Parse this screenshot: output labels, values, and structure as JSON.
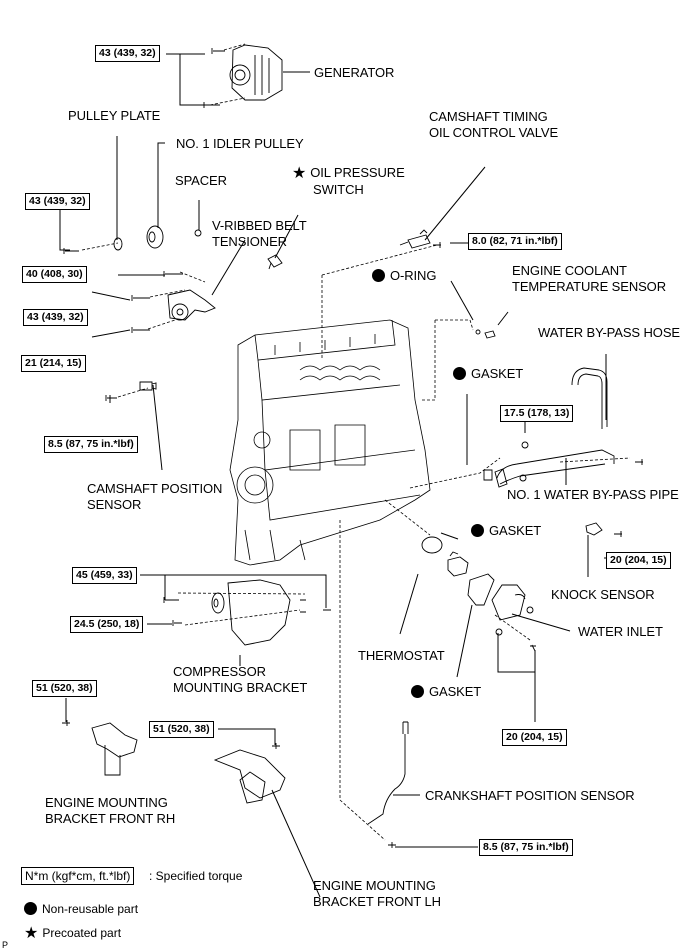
{
  "diagram": {
    "parts": {
      "generator": "GENERATOR",
      "pulley_plate": "PULLEY PLATE",
      "idler_pulley": "NO. 1 IDLER PULLEY",
      "spacer": "SPACER",
      "belt_tensioner_1": "V-RIBBED BELT",
      "belt_tensioner_2": "TENSIONER",
      "oil_pressure_switch_1": "OIL PRESSURE",
      "oil_pressure_switch_2": "SWITCH",
      "camshaft_timing_1": "CAMSHAFT TIMING",
      "camshaft_timing_2": "OIL CONTROL VALVE",
      "o_ring": "O-RING",
      "coolant_sensor_1": "ENGINE COOLANT",
      "coolant_sensor_2": "TEMPERATURE SENSOR",
      "bypass_hose": "WATER BY-PASS HOSE",
      "gasket_pipe": "GASKET",
      "camshaft_position_1": "CAMSHAFT POSITION",
      "camshaft_position_2": "SENSOR",
      "bypass_pipe": "NO. 1 WATER BY-PASS PIPE",
      "gasket_thermostat": "GASKET",
      "knock_sensor": "KNOCK SENSOR",
      "water_inlet": "WATER INLET",
      "thermostat": "THERMOSTAT",
      "gasket_inlet": "GASKET",
      "compressor_bracket_1": "COMPRESSOR",
      "compressor_bracket_2": "MOUNTING BRACKET",
      "mount_rh_1": "ENGINE MOUNTING",
      "mount_rh_2": "BRACKET FRONT RH",
      "crankshaft_sensor": "CRANKSHAFT POSITION SENSOR",
      "mount_lh_1": "ENGINE MOUNTING",
      "mount_lh_2": "BRACKET FRONT LH"
    },
    "torques": {
      "generator": "43 (439, 32)",
      "pulley": "43 (439, 32)",
      "tensioner_top": "40 (408, 30)",
      "tensioner_mid": "43 (439, 32)",
      "tensioner_bot": "21 (214, 15)",
      "camshaft_sensor": "8.5 (87, 75 in.*lbf)",
      "ocv": "8.0 (82, 71 in.*lbf)",
      "bypass_pipe": "17.5 (178, 13)",
      "knock_sensor": "20 (204, 15)",
      "compressor_long": "45 (459, 33)",
      "compressor_short": "24.5 (250, 18)",
      "mount_rh": "51 (520, 38)",
      "mount_lh": "51 (520, 38)",
      "water_inlet": "20 (204, 15)",
      "crankshaft_sensor": "8.5 (87, 75 in.*lbf)"
    },
    "legend": {
      "torque_unit": "N*m (kgf*cm, ft.*lbf)",
      "torque_desc": ": Specified torque",
      "non_reusable": "Non-reusable part",
      "precoated": "Precoated part"
    },
    "footer_mark": "P"
  }
}
